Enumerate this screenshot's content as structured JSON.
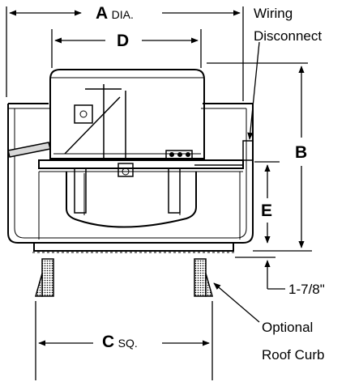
{
  "colors": {
    "ink": "#000000",
    "paper": "#ffffff"
  },
  "dimensions": {
    "a": {
      "letter": "A",
      "suffix": "DIA."
    },
    "d": {
      "letter": "D"
    },
    "b": {
      "letter": "B"
    },
    "e": {
      "letter": "E"
    },
    "c": {
      "letter": "C",
      "suffix": "SQ."
    },
    "curb_height": {
      "value": "1-7/8\""
    }
  },
  "callouts": {
    "wiring": {
      "line1": "Wiring",
      "line2": "Disconnect"
    },
    "curb": {
      "line1": "Optional",
      "line2": "Roof Curb"
    }
  }
}
